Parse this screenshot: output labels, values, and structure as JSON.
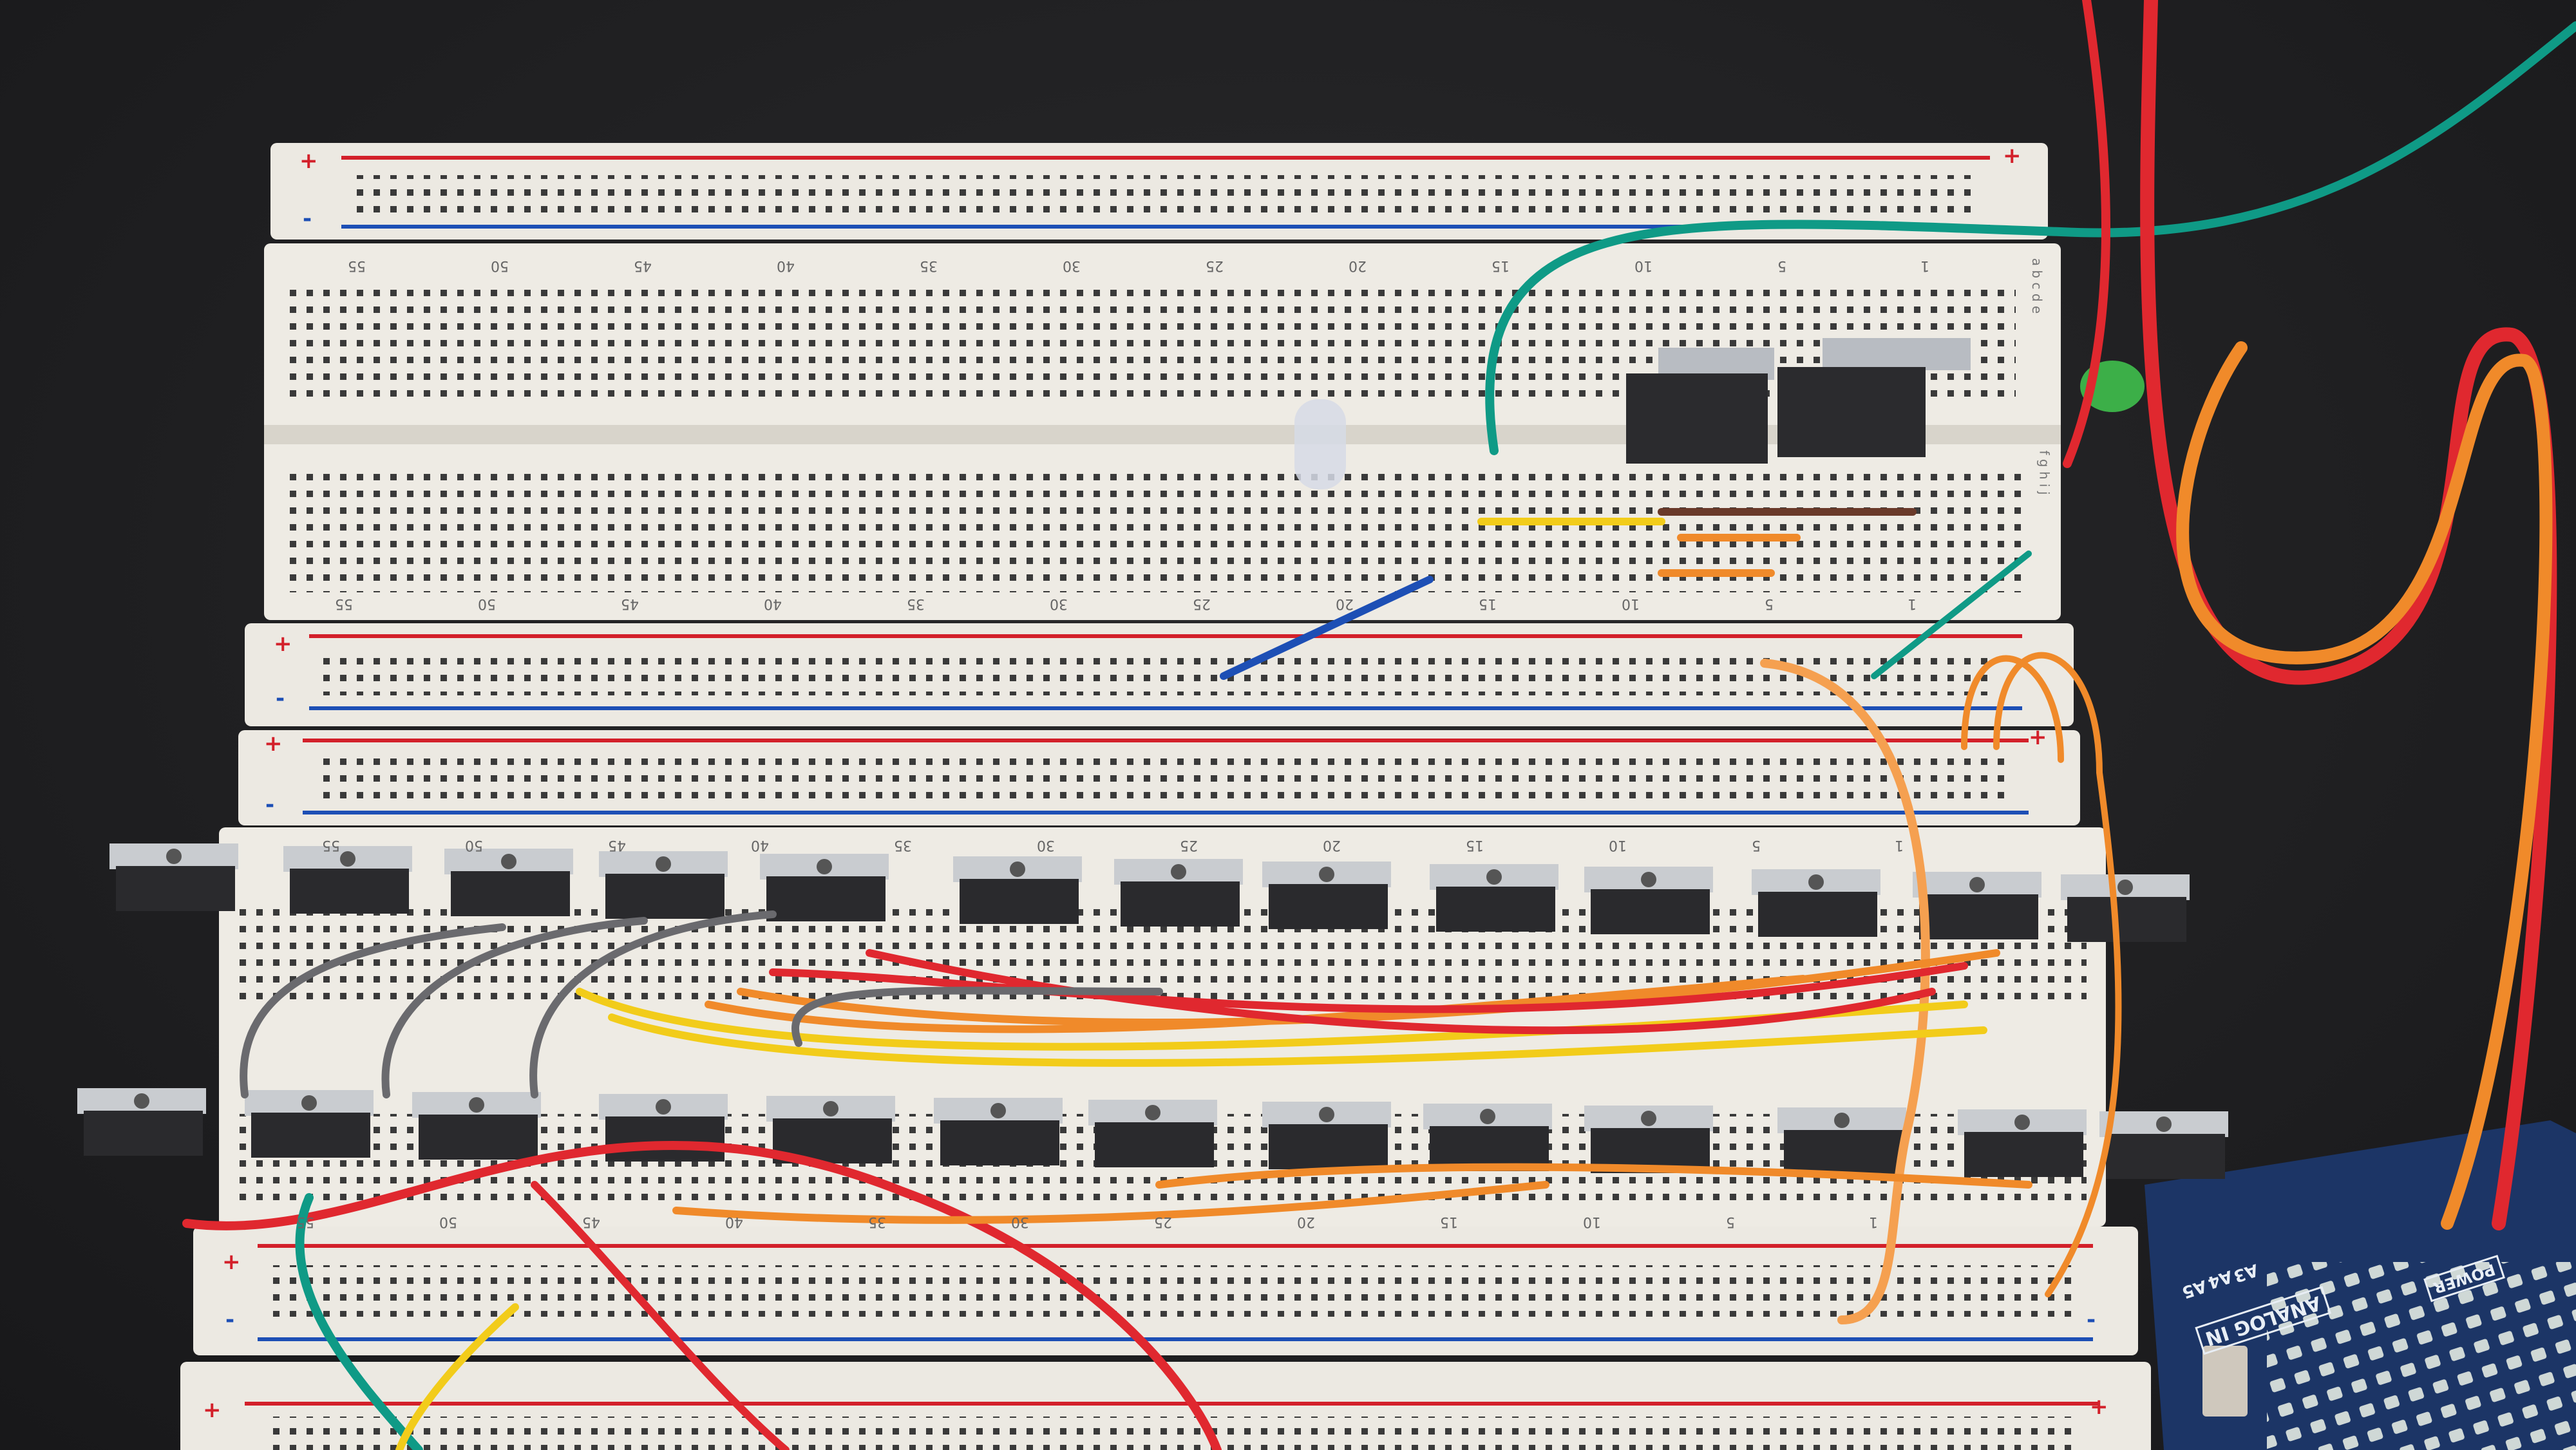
{
  "breadboard": {
    "plus_label": "+",
    "minus_label": "-",
    "column_numbers": [
      "55",
      "50",
      "45",
      "40",
      "35",
      "30",
      "25",
      "20",
      "15",
      "10",
      "5",
      "1"
    ],
    "row_letters_top": [
      "a",
      "b",
      "c",
      "d",
      "e"
    ],
    "row_letters_bottom": [
      "f",
      "g",
      "h",
      "i",
      "j"
    ]
  },
  "arduino": {
    "analog_label": "ANALOG IN",
    "power_label": "POWER",
    "pins": [
      "A3",
      "A4",
      "A5"
    ]
  },
  "colors": {
    "board": "#ece9e2",
    "rail_red": "#d3202a",
    "rail_blue": "#1d4fb5",
    "pcb": "#1c3566",
    "wire_red": "#e0282f",
    "wire_orange": "#f08a2a",
    "wire_yellow": "#f2cc1a",
    "wire_teal": "#0f9a86",
    "wire_gray": "#6a6a6e"
  }
}
